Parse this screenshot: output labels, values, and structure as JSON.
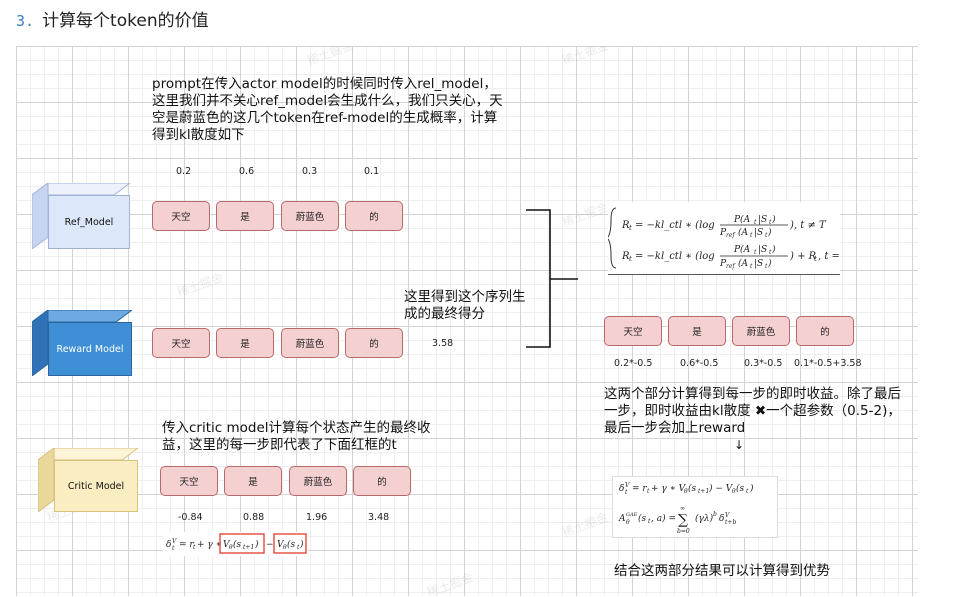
{
  "heading": {
    "number": "3.",
    "title": "计算每个token的价值"
  },
  "models": {
    "ref": {
      "label": "Ref_Model",
      "front": "#dde7fa",
      "top": "#ecf1fc",
      "side": "#c7d5f1",
      "border": "#9fb3d9"
    },
    "reward": {
      "label": "Reward Model",
      "front": "#3f8fd6",
      "top": "#6eaae2",
      "side": "#2f73b6",
      "border": "#2a65a0",
      "text_color": "#ffffff"
    },
    "critic": {
      "label": "Critic Model",
      "front": "#fbedc2",
      "top": "#fdf4d8",
      "side": "#ead79a",
      "border": "#d7c17c"
    }
  },
  "intro_text": "prompt在传入actor model的时候同时传入rel_model，这里我们并不关心ref_model会生成什么，我们只关心，天空是蔚蓝色的这几个token在ref-model的生成概率，计算得到kl散度如下",
  "tokens": [
    "天空",
    "是",
    "蔚蓝色",
    "的"
  ],
  "ref_probs": [
    "0.2",
    "0.6",
    "0.3",
    "0.1"
  ],
  "reward_score": "3.58",
  "reward_note": "这里得到这个序列生成的最终得分",
  "critic_text": "传入critic model计算每个状态产生的最终收益，这里的每一步即代表了下面红框的t",
  "critic_values": [
    "-0.84",
    "0.88",
    "1.96",
    "3.48"
  ],
  "immediate_rewards": [
    "0.2*-0.5",
    "0.6*-0.5",
    "0.3*-0.5",
    "0.1*-0.5+3.58"
  ],
  "explain_text": "这两个部分计算得到每一步的即时收益。除了最后一步，即时收益由kl散度 ✖一个超参数（0.5-2)，最后一步会加上reward",
  "arrow_down": "↓",
  "conclusion": "结合这两部分结果可以计算得到优势",
  "watermark": "稀土掘金"
}
